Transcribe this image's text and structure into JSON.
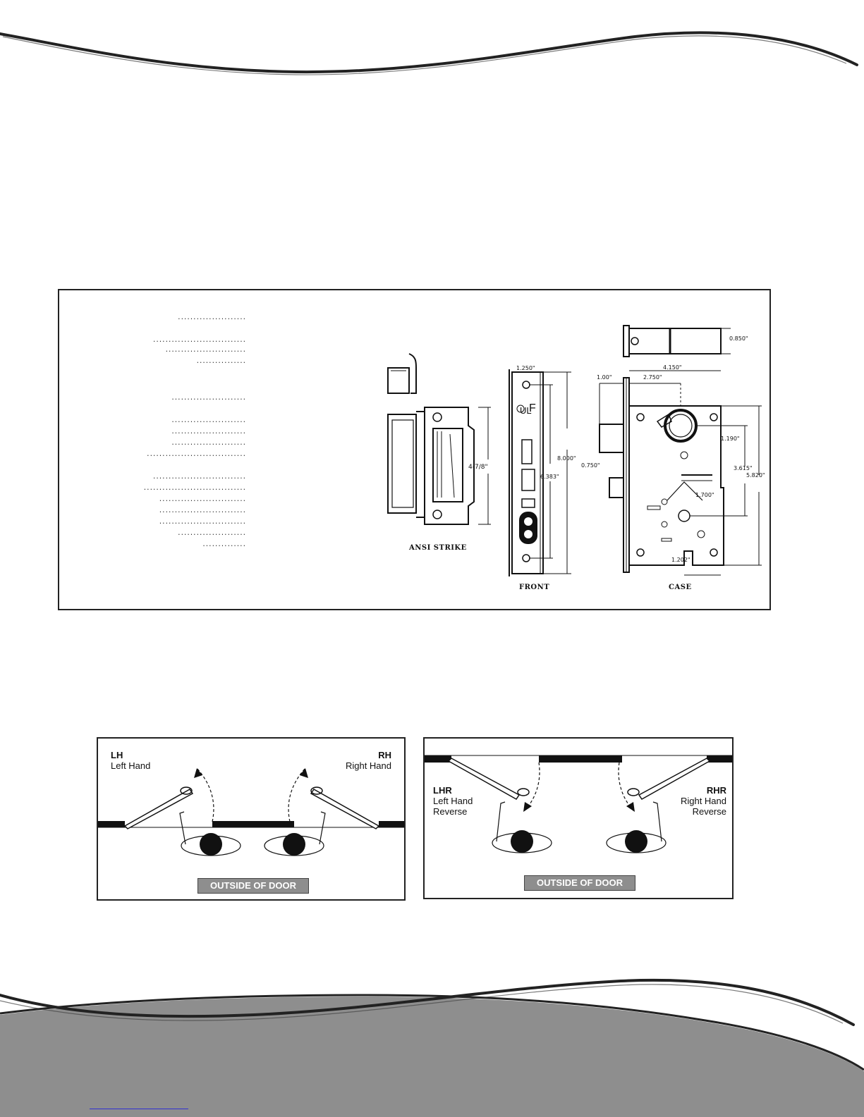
{
  "colors": {
    "ink": "#111111",
    "footer_gray": "#8e8e8e",
    "tag_gray": "#8e8e8e"
  },
  "spec_drawing": {
    "strike_label": "ANSI STRIKE",
    "front_label": "FRONT",
    "case_label": "CASE",
    "strike_height": "4-7/8\"",
    "front_width": "1.250\"",
    "front_height": "8.000\"",
    "front_hole_spacing": "6.383\"",
    "case_width": "4.150\"",
    "case_backset": "2.750\"",
    "case_bolt_offset": "1.00\"",
    "case_depth": "0.850\"",
    "case_latch": "0.750\"",
    "case_hub_offset": "1.190\"",
    "case_hub_spacing": "3.615\"",
    "case_height": "5.820\"",
    "case_cyl_offset": "1.700\"",
    "case_bottom": "1.202\"",
    "ul_mark": "UL",
    "f_mark": "F"
  },
  "handing": {
    "standard": {
      "lh_code": "LH",
      "lh_text": "Left Hand",
      "rh_code": "RH",
      "rh_text": "Right Hand",
      "outside_label": "OUTSIDE OF DOOR"
    },
    "reverse": {
      "lhr_code": "LHR",
      "lhr_line1": "Left Hand",
      "lhr_line2": "Reverse",
      "rhr_code": "RHR",
      "rhr_line1": "Right Hand",
      "rhr_line2": "Reverse",
      "outside_label": "OUTSIDE OF DOOR"
    }
  }
}
